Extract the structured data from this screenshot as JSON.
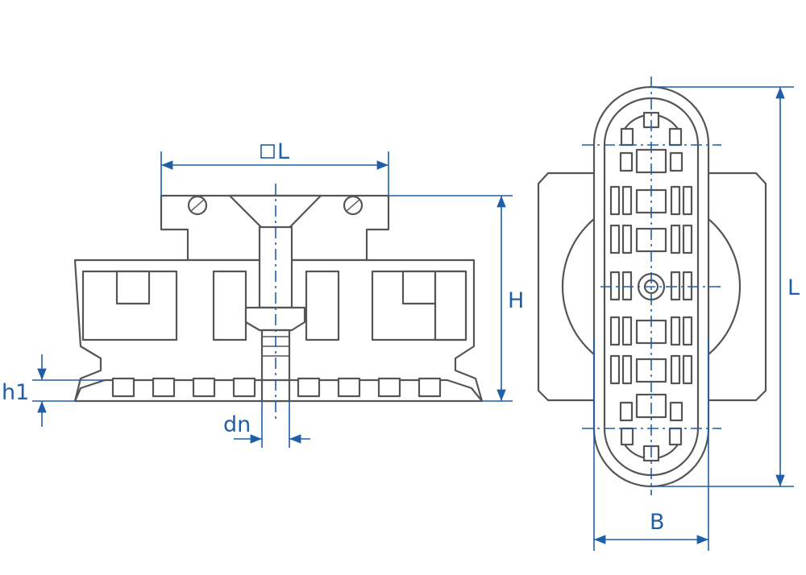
{
  "labels": {
    "square_L": "L",
    "H": "H",
    "h1": "h1",
    "dn": "dn",
    "L_right": "L",
    "B": "B"
  },
  "colors": {
    "dimension": "#1f5fa8",
    "outline": "#555555",
    "background": "#ffffff"
  }
}
